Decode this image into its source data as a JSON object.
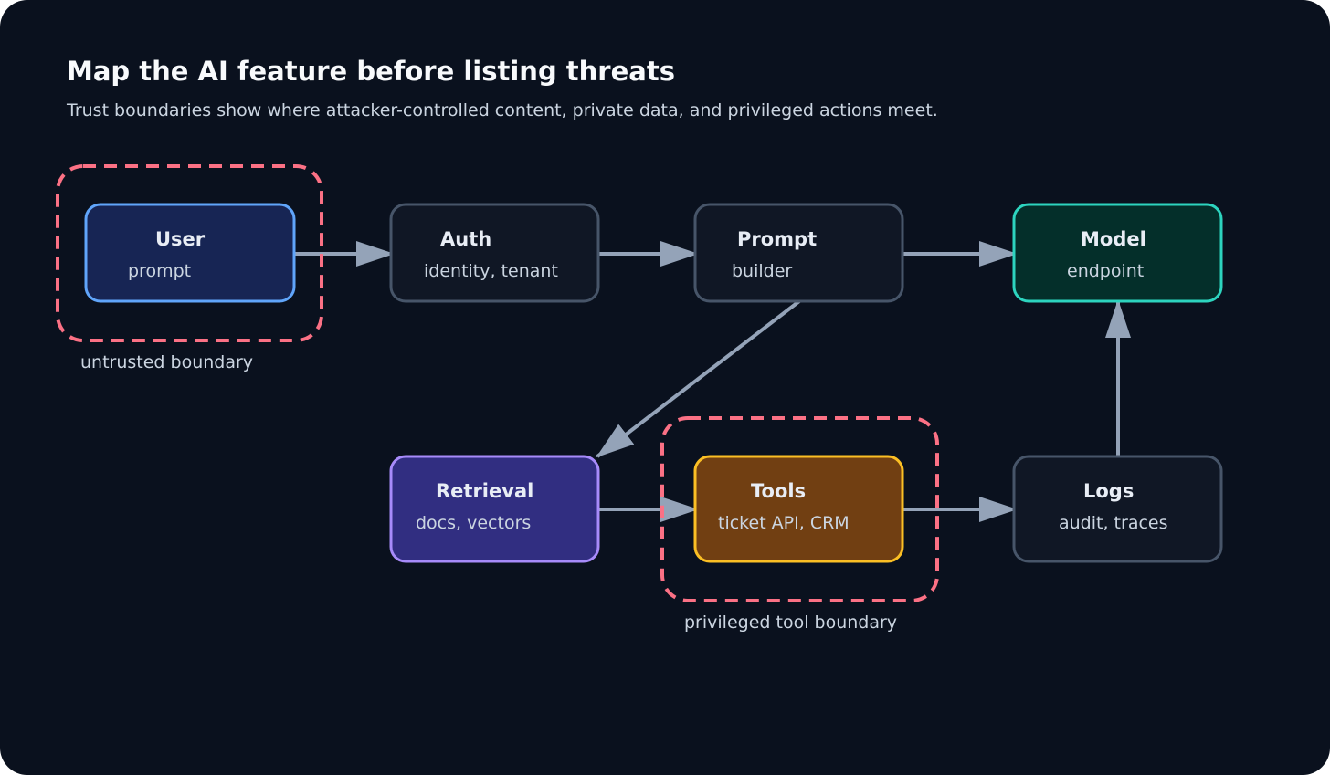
{
  "header": {
    "title": "Map the AI feature before listing threats",
    "subtitle": "Trust boundaries show where attacker-controlled content, private data, and privileged actions meet."
  },
  "colors": {
    "page_background": "#0a111e",
    "title_text": "#f8fafc",
    "subtitle_text": "#cbd5e1",
    "node_title_text": "#e8edf5",
    "node_subtitle_text": "#cbd5e1",
    "arrow": "#94a3b8",
    "boundary": "#fb7185",
    "boundary_label": "#cbd5e1"
  },
  "nodes": {
    "user": {
      "title": "User",
      "subtitle": "prompt",
      "fill": "#172554",
      "stroke": "#60a5fa"
    },
    "auth": {
      "title": "Auth",
      "subtitle": "identity, tenant",
      "fill": "#101725",
      "stroke": "#475569"
    },
    "prompt": {
      "title": "Prompt",
      "subtitle": "builder",
      "fill": "#101725",
      "stroke": "#475569"
    },
    "model": {
      "title": "Model",
      "subtitle": "endpoint",
      "fill": "#042f2a",
      "stroke": "#2dd4bf"
    },
    "retrieval": {
      "title": "Retrieval",
      "subtitle": "docs, vectors",
      "fill": "#312e81",
      "stroke": "#a78bfa"
    },
    "tools": {
      "title": "Tools",
      "subtitle": "ticket API, CRM",
      "fill": "#713f12",
      "stroke": "#fbbf24"
    },
    "logs": {
      "title": "Logs",
      "subtitle": "audit, traces",
      "fill": "#101725",
      "stroke": "#475569"
    }
  },
  "boundaries": {
    "untrusted": {
      "label": "untrusted boundary"
    },
    "privileged": {
      "label": "privileged tool boundary"
    }
  }
}
